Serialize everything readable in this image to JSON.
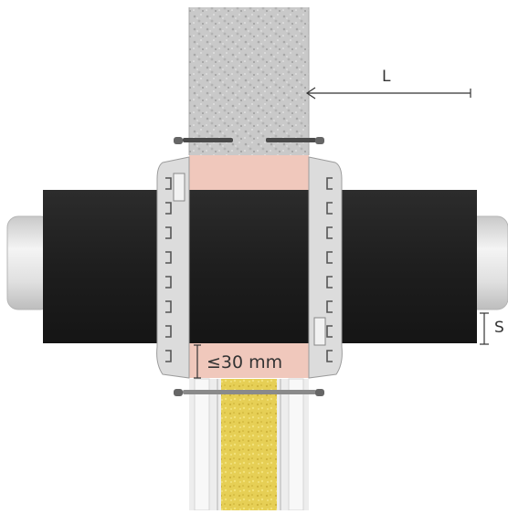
{
  "diagram": {
    "labels": {
      "length": "L",
      "thickness": "S",
      "gap": "≤30 mm"
    },
    "colors": {
      "wall_concrete": "#c8c8c8",
      "sealant": "#f0c8bc",
      "pipe_insulation": "#222222",
      "pipe_core": "#e2e2e2",
      "collar": "#d9d9d9",
      "mineral_wool": "#e8d35a",
      "board": "#efefef",
      "line": "#333333"
    }
  }
}
